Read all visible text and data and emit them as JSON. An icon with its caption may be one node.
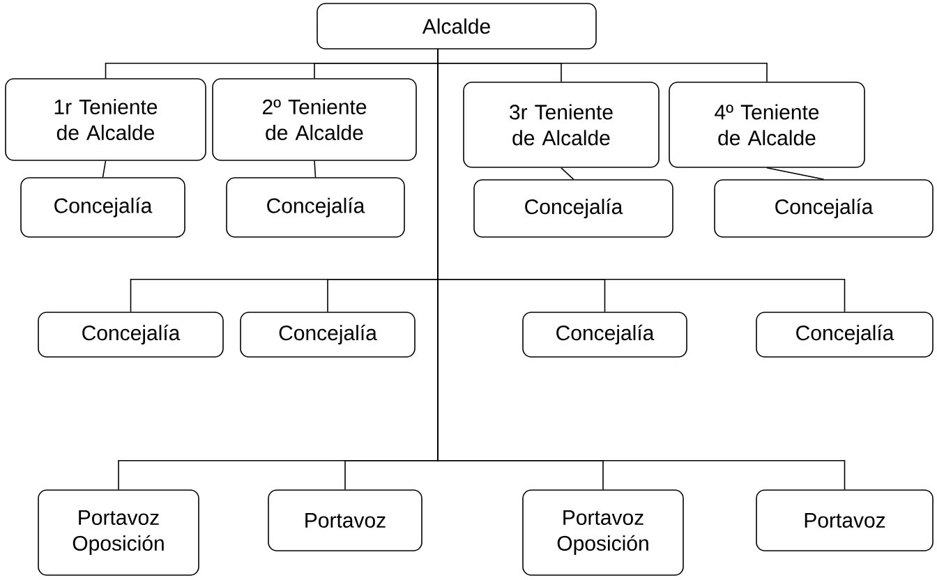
{
  "diagram": {
    "nodes": [
      {
        "text": [
          "Alcalde"
        ]
      },
      {
        "text": [
          "1r Teniente de Alcalde"
        ]
      },
      {
        "text": [
          "2º Teniente de Alcalde"
        ]
      },
      {
        "text": [
          "3r Teniente de Alcalde"
        ]
      },
      {
        "text": [
          "4º Teniente de Alcalde"
        ]
      },
      {
        "text": [
          "Concejalía"
        ]
      },
      {
        "text": [
          "Concejalía"
        ]
      },
      {
        "text": [
          "Concejalía"
        ]
      },
      {
        "text": [
          "Concejalía"
        ]
      },
      {
        "text": [
          "Concejalía"
        ]
      },
      {
        "text": [
          "Concejalía"
        ]
      },
      {
        "text": [
          "Concejalía"
        ]
      },
      {
        "text": [
          "Concejalía"
        ]
      },
      {
        "text": [
          "Portavoz Oposición"
        ]
      },
      {
        "text": [
          "Portavoz"
        ]
      },
      {
        "text": [
          "Portavoz Oposición"
        ]
      },
      {
        "text": [
          "Portavoz"
        ]
      }
    ],
    "edges": [
      {
        "from": 0,
        "to": 1,
        "arrow": "none"
      },
      {
        "from": 0,
        "to": 2,
        "arrow": "none"
      },
      {
        "from": 0,
        "to": 3,
        "arrow": "none"
      },
      {
        "from": 0,
        "to": 4,
        "arrow": "none"
      },
      {
        "from": 1,
        "to": 5,
        "arrow": "none"
      },
      {
        "from": 2,
        "to": 6,
        "arrow": "none"
      },
      {
        "from": 3,
        "to": 7,
        "arrow": "none"
      },
      {
        "from": 4,
        "to": 8,
        "arrow": "none"
      },
      {
        "from": 0,
        "to": 9,
        "arrow": "none"
      },
      {
        "from": 0,
        "to": 10,
        "arrow": "none"
      },
      {
        "from": 0,
        "to": 11,
        "arrow": "none"
      },
      {
        "from": 0,
        "to": 12,
        "arrow": "none"
      },
      {
        "from": 0,
        "to": 13,
        "arrow": "none"
      },
      {
        "from": 0,
        "to": 14,
        "arrow": "none"
      },
      {
        "from": 0,
        "to": 15,
        "arrow": "none"
      },
      {
        "from": 0,
        "to": 16,
        "arrow": "none"
      }
    ]
  }
}
